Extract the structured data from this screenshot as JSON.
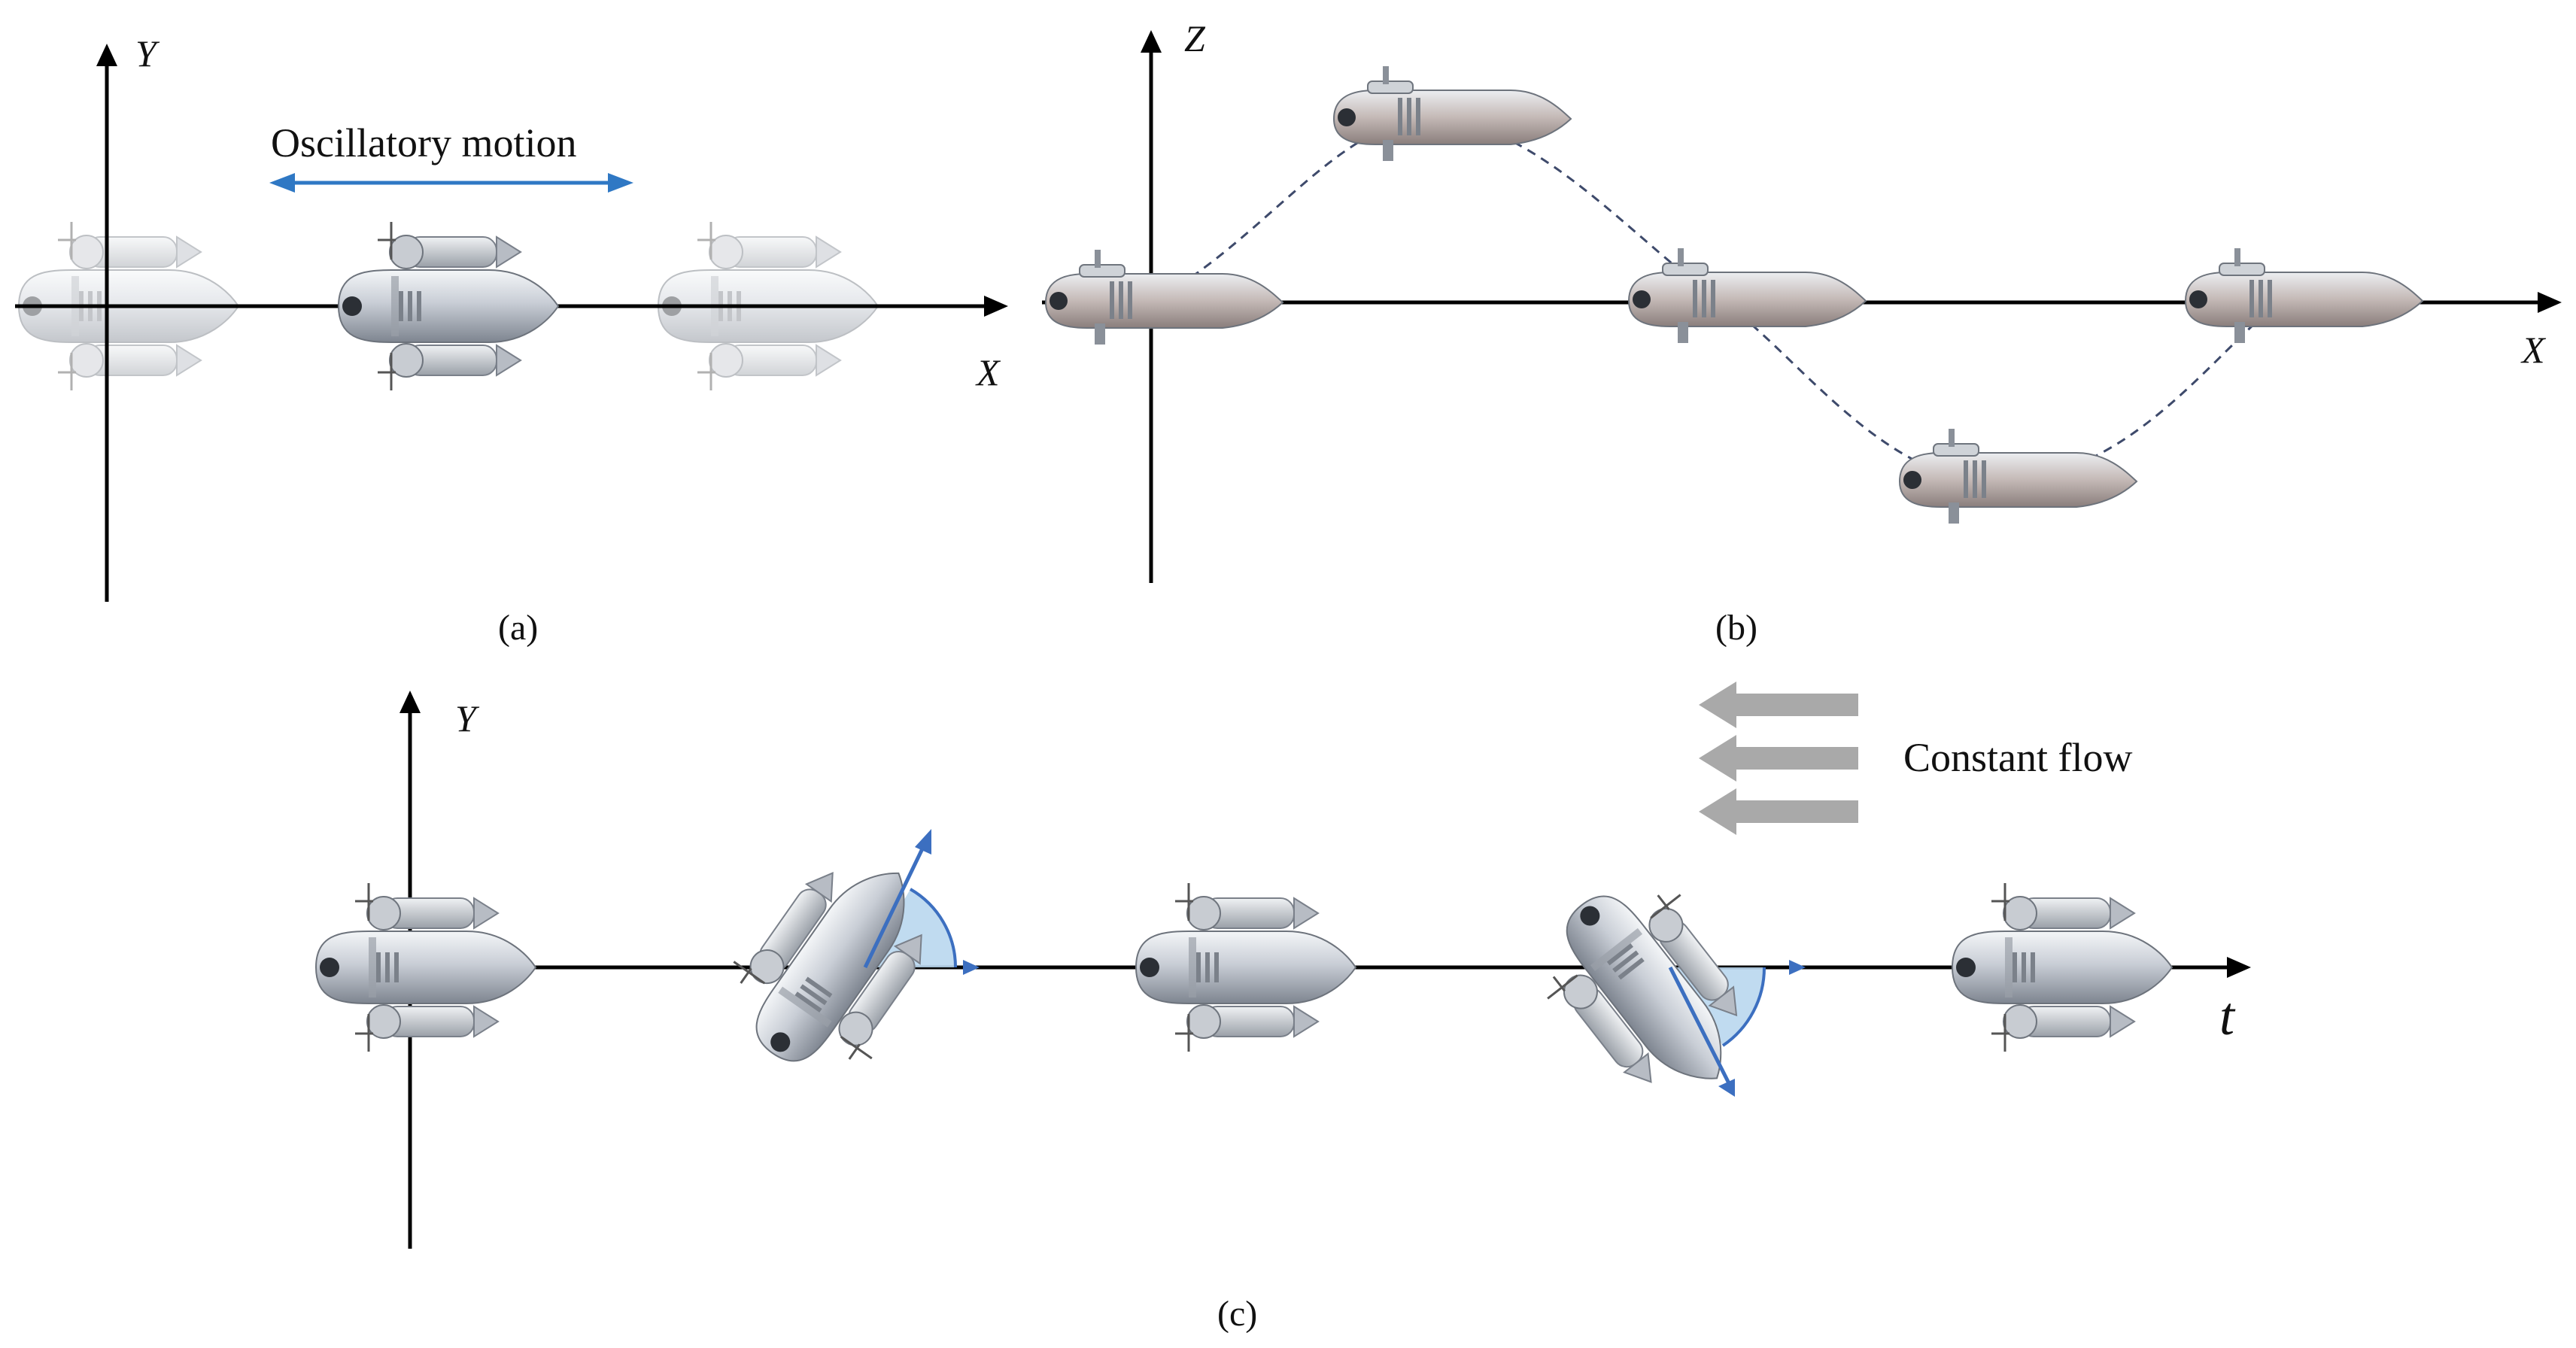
{
  "panels": {
    "a": {
      "label": "(a)",
      "x_axis": "X",
      "y_axis": "Y",
      "annotation": "Oscillatory motion"
    },
    "b": {
      "label": "(b)",
      "x_axis": "X",
      "z_axis": "Z"
    },
    "c": {
      "label": "(c)",
      "t_axis": "t",
      "y_axis": "Y",
      "annotation": "Constant flow"
    }
  },
  "colors": {
    "axis": "#000000",
    "motion_arrow": "#2f78c4",
    "flow_arrow": "#a9a9a9",
    "angle_wedge": "#b9d7ee",
    "angle_arrow": "#3c6fc0",
    "path": "#3e4a6b"
  },
  "icons": {
    "vehicle": "underwater-robot-icon"
  }
}
